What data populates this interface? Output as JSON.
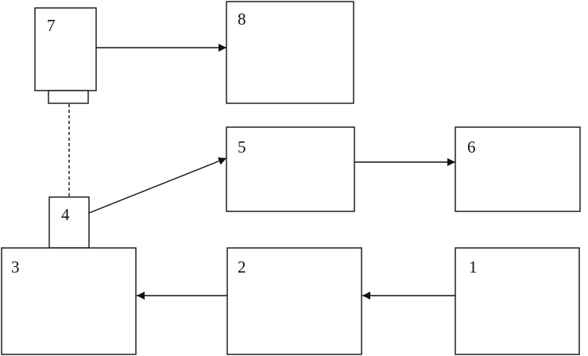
{
  "diagram": {
    "nodes": [
      {
        "id": "n1",
        "label": "1"
      },
      {
        "id": "n2",
        "label": "2"
      },
      {
        "id": "n3",
        "label": "3"
      },
      {
        "id": "n4",
        "label": "4"
      },
      {
        "id": "n5",
        "label": "5"
      },
      {
        "id": "n6",
        "label": "6"
      },
      {
        "id": "n7",
        "label": "7"
      },
      {
        "id": "n8",
        "label": "8"
      }
    ],
    "edges": [
      {
        "from": "n1",
        "to": "n2",
        "style": "arrow"
      },
      {
        "from": "n2",
        "to": "n3",
        "style": "arrow"
      },
      {
        "from": "n4",
        "to": "n5",
        "style": "arrow"
      },
      {
        "from": "n5",
        "to": "n6",
        "style": "arrow"
      },
      {
        "from": "n7",
        "to": "n8",
        "style": "arrow"
      },
      {
        "from": "n7",
        "to": "n4",
        "style": "dashed"
      }
    ]
  }
}
